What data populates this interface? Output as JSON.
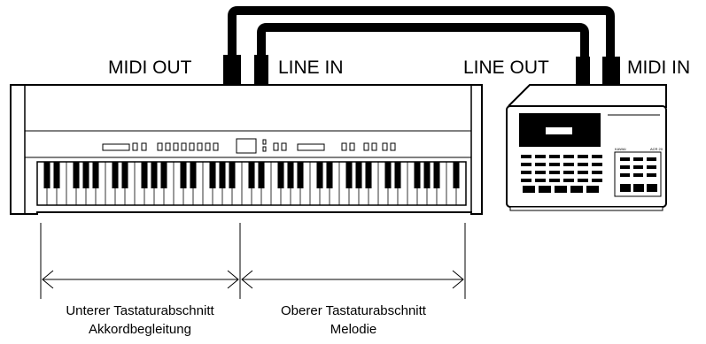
{
  "labels": {
    "midi_out": "MIDI OUT",
    "line_in": "LINE IN",
    "line_out": "LINE OUT",
    "midi_in": "MIDI IN"
  },
  "sections": {
    "lower": {
      "line1": "Unterer Tastaturabschnitt",
      "line2": "Akkordbegleitung"
    },
    "upper": {
      "line1": "Oberer Tastaturabschnitt",
      "line2": "Melodie"
    }
  },
  "device": {
    "brand": "KAWAI",
    "model": "ACR 20"
  },
  "colors": {
    "ink": "#000000",
    "paper": "#ffffff",
    "panel": "#e6e6e6"
  }
}
